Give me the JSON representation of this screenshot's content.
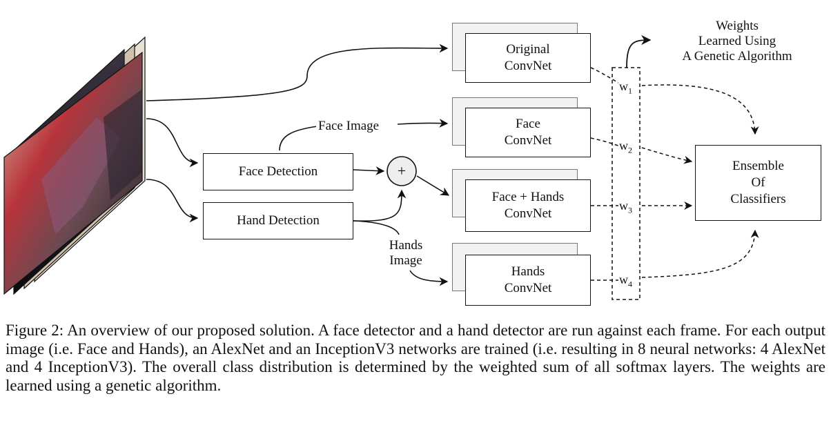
{
  "nodes": {
    "original_convnet": "Original\nConvNet",
    "face_convnet": "Face\nConvNet",
    "face_hands_convnet": "Face + Hands\nConvNet",
    "hands_convnet": "Hands\nConvNet",
    "face_detection": "Face Detection",
    "hand_detection": "Hand Detection",
    "ensemble": "Ensemble\nOf\nClassifiers",
    "plus": "+"
  },
  "edge_labels": {
    "face_image": "Face Image",
    "hands_image": "Hands\nImage",
    "weights_note": "Weights\nLearned Using\nA Genetic Algorithm"
  },
  "weights": [
    {
      "base": "w",
      "sub": "1"
    },
    {
      "base": "w",
      "sub": "2"
    },
    {
      "base": "w",
      "sub": "3"
    },
    {
      "base": "w",
      "sub": "4"
    }
  ],
  "caption": "Figure 2: An overview of our proposed solution. A face detector and a hand detector are run against each frame. For each output image (i.e. Face and Hands), an AlexNet and an InceptionV3 networks are trained (i.e. resulting in 8 neural networks: 4 AlexNet and 4 InceptionV3). The overall class distribution is determined by the weighted sum of all softmax layers. The weights are learned using a genetic algorithm."
}
